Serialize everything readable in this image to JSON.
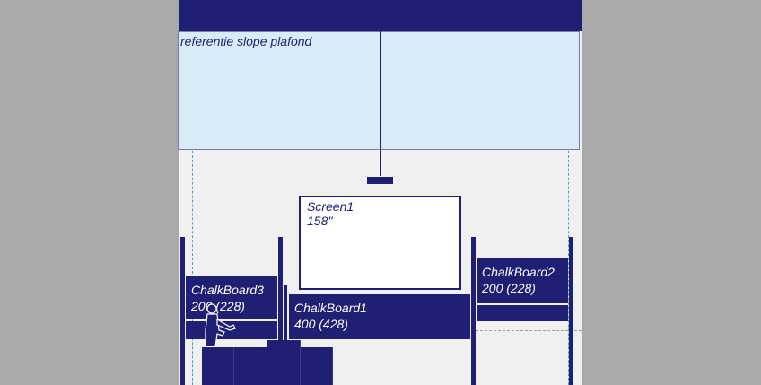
{
  "ceiling": {
    "label": "referentie slope plafond"
  },
  "screen": {
    "name": "Screen1",
    "size": "158''"
  },
  "chalkboards": {
    "cb1": {
      "name": "ChalkBoard1",
      "dims": "400 (428)"
    },
    "cb2": {
      "name": "ChalkBoard2",
      "dims": "200 (228)"
    },
    "cb3": {
      "name": "ChalkBoard3",
      "dims": "200 (228)"
    }
  },
  "colors": {
    "structure": "#1f1f73",
    "ceiling_fill": "#d9ebf7",
    "guide_line": "#3aa7c9",
    "background": "#a9a9a9",
    "room": "#f0f0f0"
  }
}
